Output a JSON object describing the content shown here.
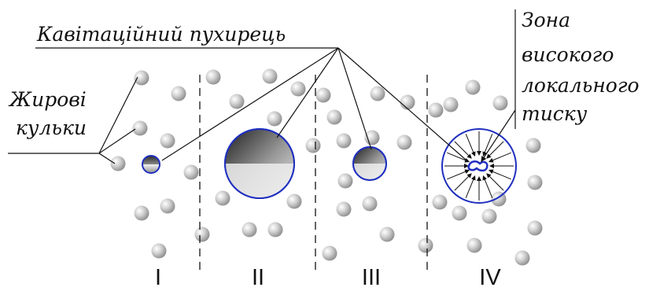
{
  "labels": {
    "bubble": "Кавітаційний пухирець",
    "fat_line1": "Жирові",
    "fat_line2": "кульки",
    "zone_line1": "Зона",
    "zone_line2": "високого",
    "zone_line3": "локального",
    "zone_line4": "тиску"
  },
  "stages": [
    "I",
    "II",
    "III",
    "IV"
  ],
  "colors": {
    "bubble_outline": "#1f2fbf",
    "line": "#111111",
    "droplet": "#bdbdbd"
  }
}
